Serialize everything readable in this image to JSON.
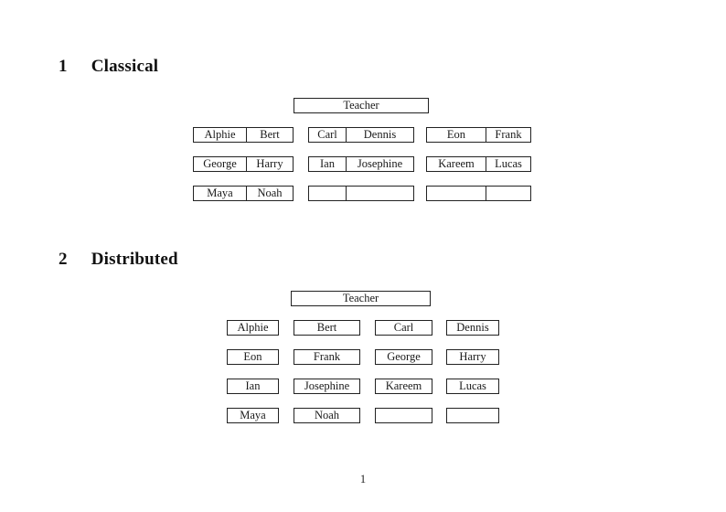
{
  "classical": {
    "heading_number": "1",
    "heading_title": "Classical",
    "teacher_label": "Teacher",
    "desk_tables": [
      {
        "rows": [
          [
            "Alphie",
            "Bert"
          ],
          [
            "George",
            "Harry"
          ],
          [
            "Maya",
            "Noah"
          ]
        ]
      },
      {
        "rows": [
          [
            "Carl",
            "Dennis"
          ],
          [
            "Ian",
            "Josephine"
          ],
          [
            "",
            ""
          ]
        ]
      },
      {
        "rows": [
          [
            "Eon",
            "Frank"
          ],
          [
            "Kareem",
            "Lucas"
          ],
          [
            "",
            ""
          ]
        ]
      }
    ]
  },
  "distributed": {
    "heading_number": "2",
    "heading_title": "Distributed",
    "teacher_label": "Teacher",
    "rows": [
      [
        "Alphie",
        "Bert",
        "Carl",
        "Dennis"
      ],
      [
        "Eon",
        "Frank",
        "George",
        "Harry"
      ],
      [
        "Ian",
        "Josephine",
        "Kareem",
        "Lucas"
      ],
      [
        "Maya",
        "Noah",
        "",
        ""
      ]
    ]
  },
  "page": {
    "number": "1"
  }
}
